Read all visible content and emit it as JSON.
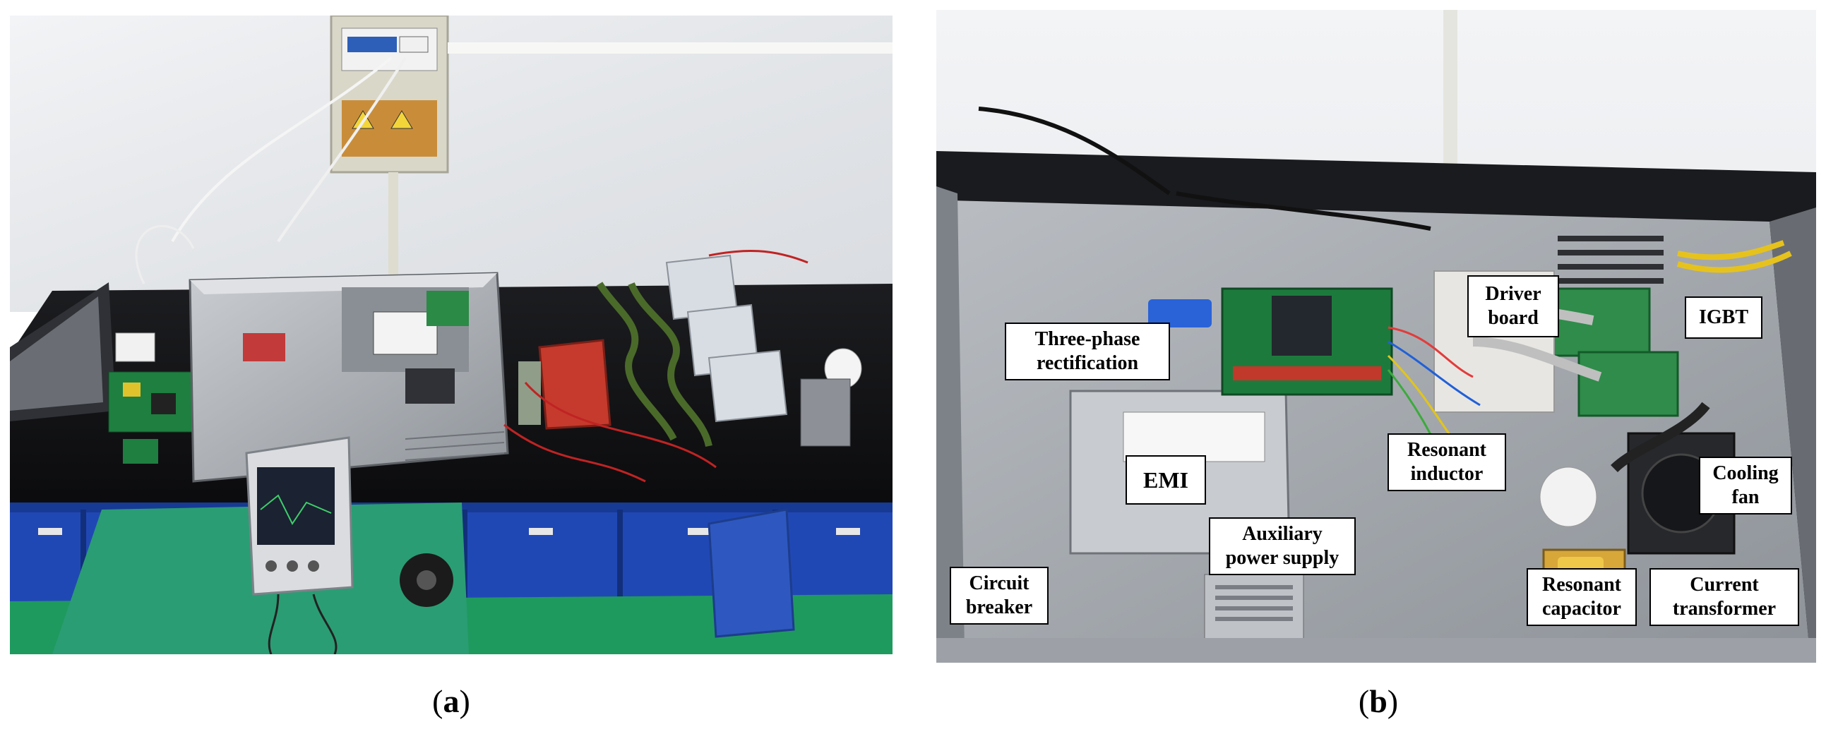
{
  "figure": {
    "captions": {
      "a": {
        "open": "(",
        "letter": "a",
        "close": ")"
      },
      "b": {
        "open": "(",
        "letter": "b",
        "close": ")"
      }
    },
    "panel_b_labels": {
      "driver_board": "Driver\nboard",
      "igbt": "IGBT",
      "three_phase": "Three-phase\nrectification",
      "resonant_inductor": "Resonant\ninductor",
      "emi": "EMI",
      "cooling_fan": "Cooling\nfan",
      "auxiliary_power": "Auxiliary\npower supply",
      "circuit_breaker": "Circuit\nbreaker",
      "resonant_capacitor": "Resonant\ncapacitor",
      "current_transformer": "Current\ntransformer"
    }
  }
}
